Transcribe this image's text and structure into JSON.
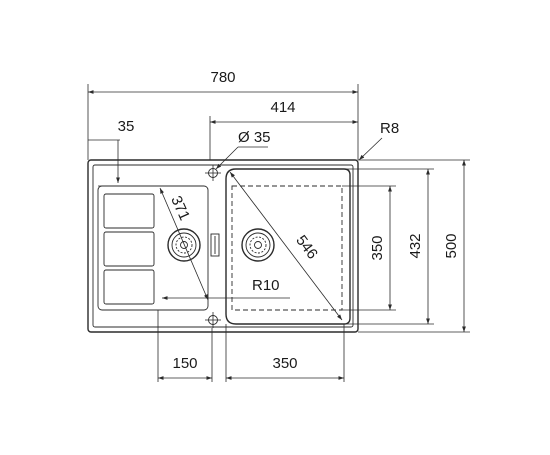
{
  "dimensions": {
    "total_width": "780",
    "bowl_area_width": "414",
    "hole_diameter": "Ø 35",
    "drainer_offset": "35",
    "corner_radius_outer": "R8",
    "drainer_diagonal": "371",
    "bowl_diagonal": "546",
    "inner_radius": "R10",
    "bowl_depth": "350",
    "inner_depth": "432",
    "total_depth": "500",
    "drainer_width": "150",
    "bowl_width": "350"
  },
  "colors": {
    "line": "#2b2b2b",
    "background": "#ffffff"
  }
}
